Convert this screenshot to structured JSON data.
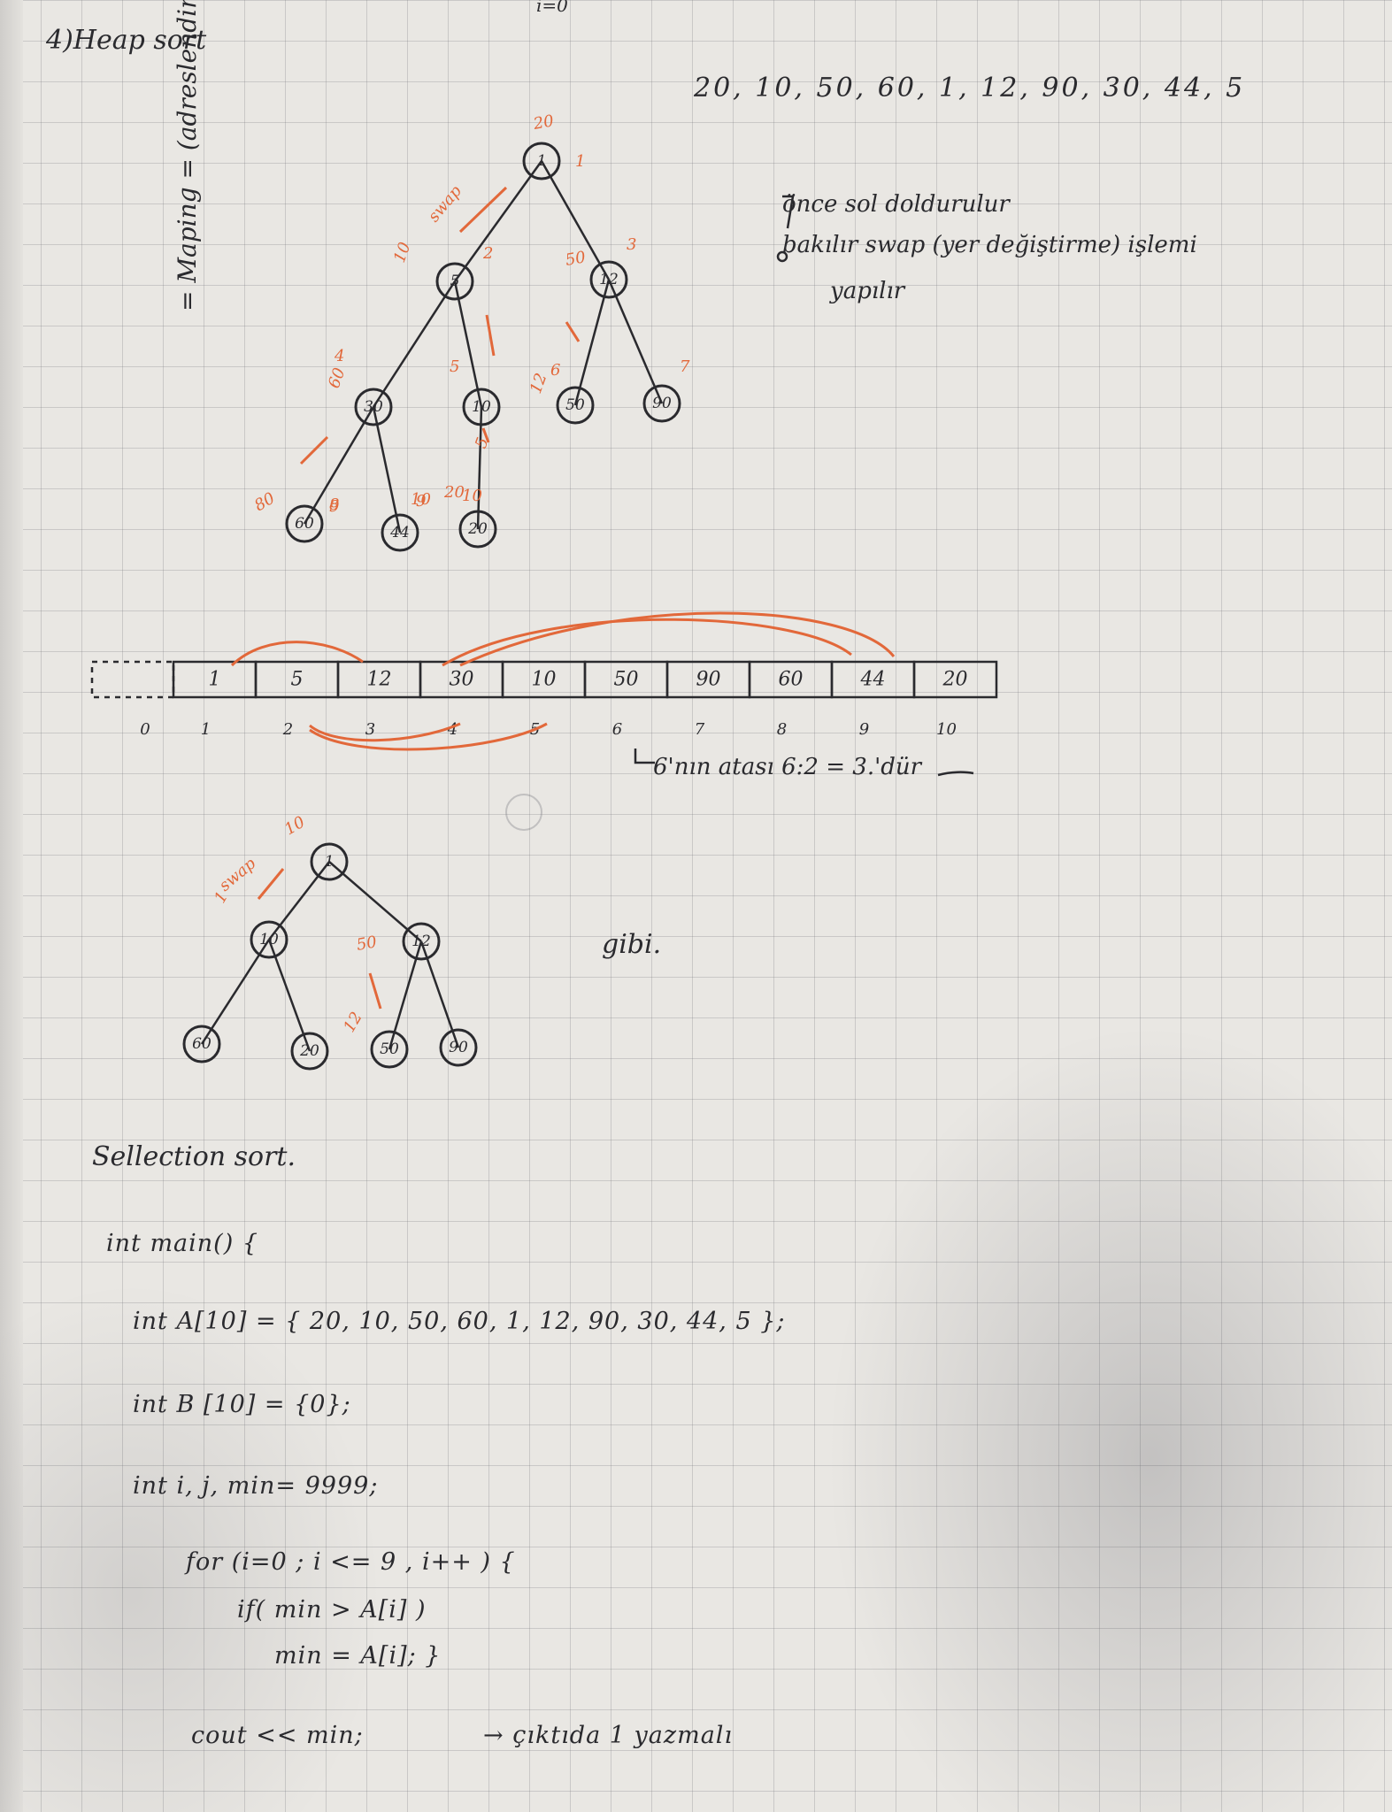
{
  "heap_title": "4)Heap sort",
  "top_mark": "i=0",
  "input_array": "20, 10, 50, 60, 1, 12, 90, 30, 44, 5",
  "notes": {
    "line1": "önce sol doldurulur",
    "line2": "bakılır swap (yer değiştirme) işlemi",
    "line3": "yapılır"
  },
  "mapping_note": "= Maping = (adreslendirme)",
  "tree1": {
    "swap_label": "swap",
    "nodes": [
      "1",
      "5",
      "12",
      "30",
      "10",
      "50",
      "90",
      "60",
      "44",
      "20"
    ],
    "old_values": [
      "20",
      "10",
      "50",
      "60",
      "5",
      "12",
      "80",
      "9",
      "10",
      "20"
    ],
    "indices": [
      "1",
      "2",
      "3",
      "4",
      "5",
      "6",
      "7",
      "8",
      "9",
      "10"
    ]
  },
  "array": {
    "cells": [
      "",
      "1",
      "5",
      "12",
      "30",
      "10",
      "50",
      "90",
      "60",
      "44",
      "20"
    ],
    "indices": [
      "0",
      "1",
      "2",
      "3",
      "4",
      "5",
      "6",
      "7",
      "8",
      "9",
      "10"
    ]
  },
  "parent_note": "6'nın atası 6:2 = 3.'dür",
  "tree2": {
    "swap_label": "swap",
    "nodes": [
      "1",
      "10",
      "12",
      "60",
      "20",
      "50",
      "90"
    ],
    "old_values": [
      "10",
      "1",
      "50",
      "12"
    ]
  },
  "gibi": "gibi.",
  "selection_title": "Sellection sort.",
  "code": {
    "line1": "int main() {",
    "line2": "int A[10] = { 20, 10, 50, 60, 1, 12, 90, 30, 44, 5 };",
    "line3": "int B [10] = {0};",
    "line4": "int i, j, min= 9999;",
    "line5": "for (i=0 ; i <= 9 , i++ ) {",
    "line6": "if( min > A[i] )",
    "line7": "min = A[i]; }",
    "line8": "cout << min;",
    "line8_note": "→ çıktıda 1 yazmalı"
  },
  "colors": {
    "ink": "#2a2a2e",
    "orange_ink": "#e2683a",
    "paper": "#e9e7e3",
    "grid": "#8a8a90"
  }
}
